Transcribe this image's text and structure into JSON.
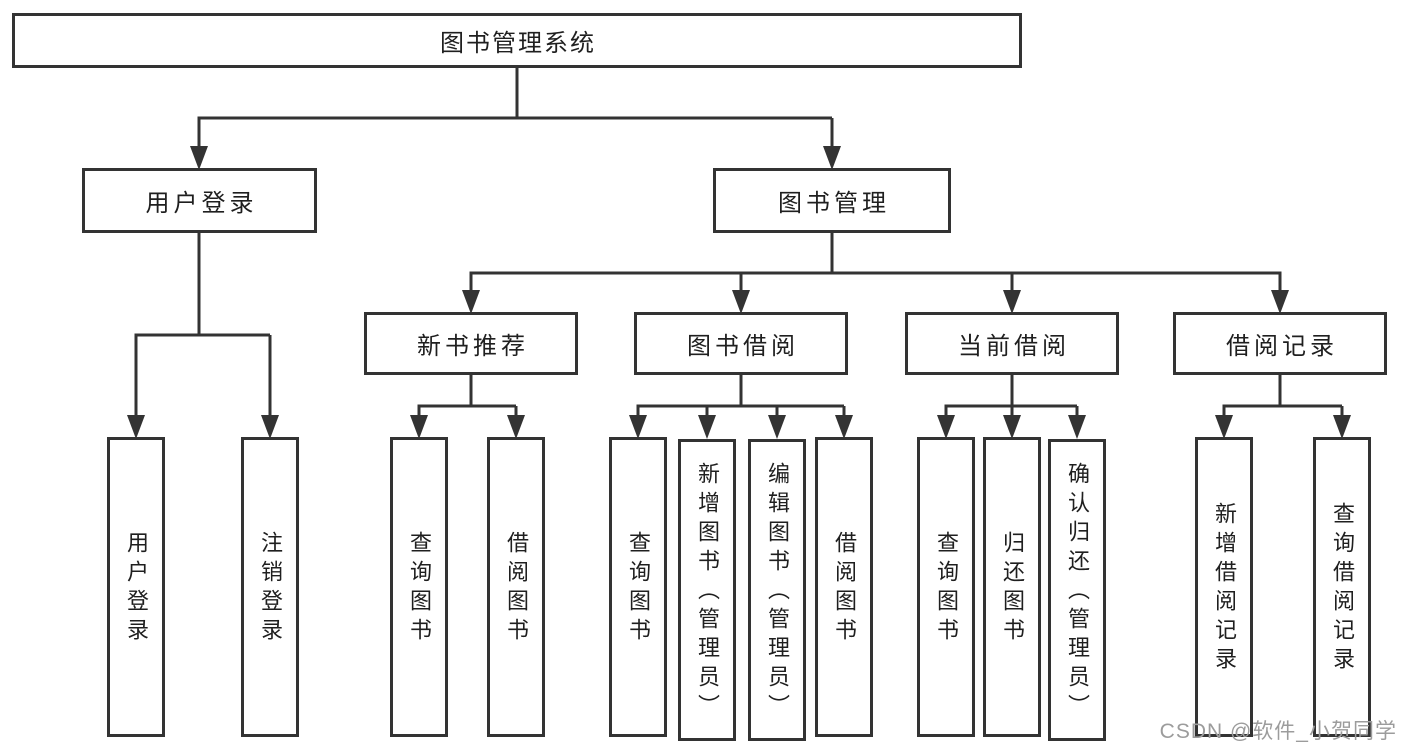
{
  "tree": {
    "root": {
      "label": "图书管理系统"
    },
    "branches": [
      {
        "label": "用户登录",
        "children": [
          {
            "label": "用户登录"
          },
          {
            "label": "注销登录"
          }
        ]
      },
      {
        "label": "图书管理",
        "groups": [
          {
            "label": "新书推荐",
            "children": [
              {
                "label": "查询图书"
              },
              {
                "label": "借阅图书"
              }
            ]
          },
          {
            "label": "图书借阅",
            "children": [
              {
                "label": "查询图书"
              },
              {
                "label": "新增图书（管理员）"
              },
              {
                "label": "编辑图书（管理员）"
              },
              {
                "label": "借阅图书"
              }
            ]
          },
          {
            "label": "当前借阅",
            "children": [
              {
                "label": "查询图书"
              },
              {
                "label": "归还图书"
              },
              {
                "label": "确认归还（管理员）"
              }
            ]
          },
          {
            "label": "借阅记录",
            "children": [
              {
                "label": "新增借阅记录"
              },
              {
                "label": "查询借阅记录"
              }
            ]
          }
        ]
      }
    ]
  },
  "watermark": {
    "text": "CSDN @软件_小贺同学"
  },
  "colors": {
    "line": "#333333",
    "text": "#1f1f1f",
    "watermark": "#9c9c9c",
    "background": "#ffffff"
  }
}
